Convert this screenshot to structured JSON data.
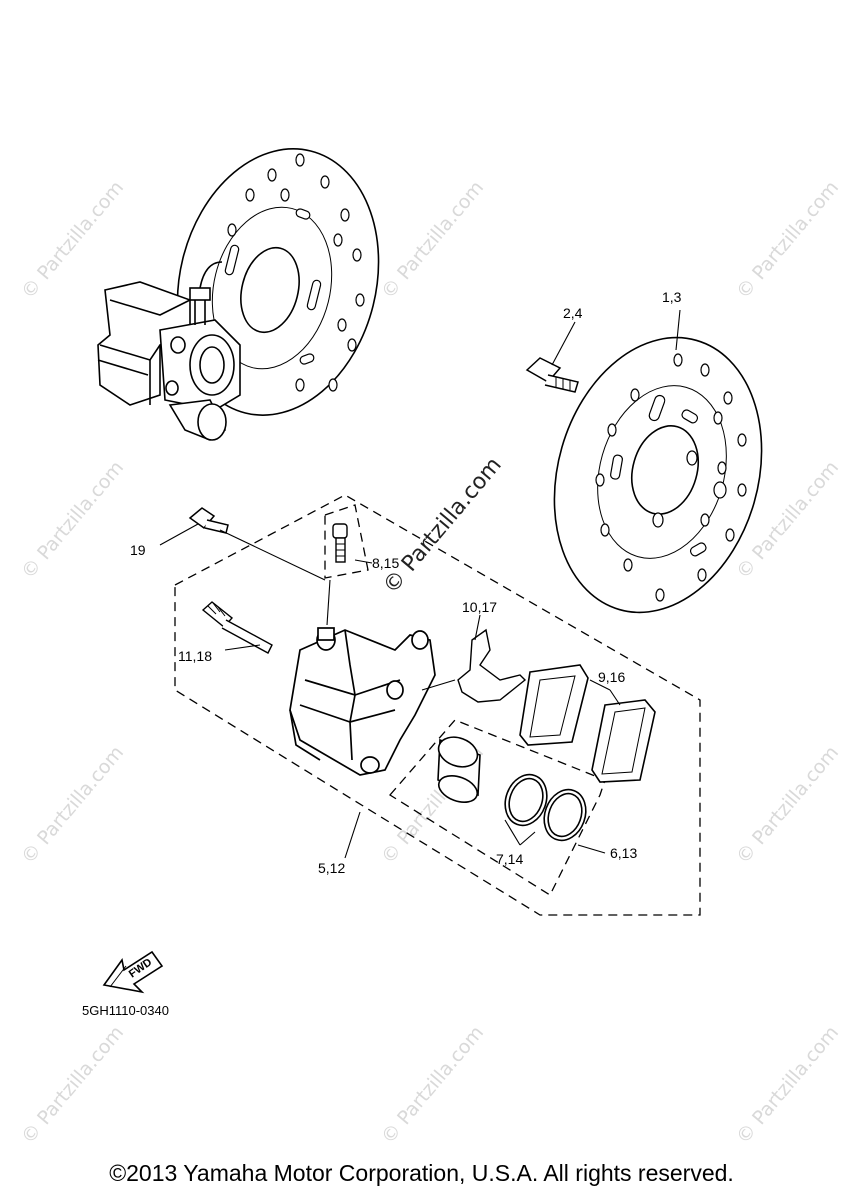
{
  "labels": {
    "disc_part": "1,3",
    "bolt_part": "2,4",
    "bolt19_part": "19",
    "bleed_part": "8,15",
    "pad_spring_part": "10,17",
    "pin_part": "11,18",
    "pads_part": "9,16",
    "caliper_part": "5,12",
    "seal_a_part": "7,14",
    "seal_b_part": "6,13"
  },
  "fwd_text": "FWD",
  "diagram_code": "5GH1110-0340",
  "watermark": "© Partzilla.com",
  "watermark_center": "© Partzilla.com",
  "copyright": "©2013 Yamaha Motor Corporation, U.S.A. All rights reserved."
}
